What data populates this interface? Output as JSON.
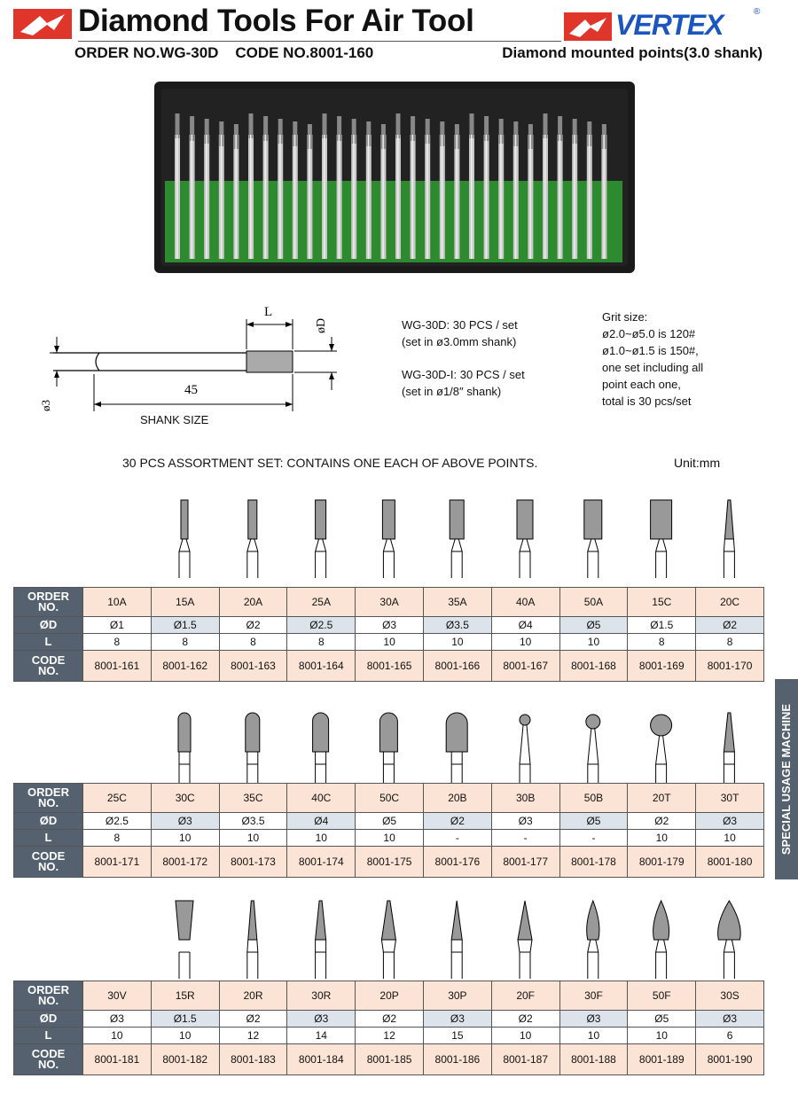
{
  "header": {
    "title": "Diamond Tools For Air Tool",
    "order_line": "ORDER NO.WG-30D    CODE NO.8001-160",
    "subtitle": "Diamond mounted points(3.0 shank)",
    "brand": "VERTEX",
    "brand_mark": "®"
  },
  "shank": {
    "l_label": "L",
    "d_label": "øD",
    "len_label": "45",
    "dia_label": "ø3",
    "caption": "SHANK SIZE"
  },
  "specs": {
    "wg30d_1": "WG-30D: 30 PCS / set",
    "wg30d_2": "(set in ø3.0mm shank)",
    "wg30di_1": "WG-30D-I: 30 PCS / set",
    "wg30di_2": "(set in ø1/8″ shank)"
  },
  "grit": {
    "l1": "Grit size:",
    "l2": "ø2.0~ø5.0 is 120#",
    "l3": "ø1.0~ø1.5 is 150#,",
    "l4": "one set including all",
    "l5": "point each one,",
    "l6": "total is 30 pcs/set"
  },
  "assortment_text": "30 PCS ASSORTMENT SET: CONTAINS ONE EACH OF ABOVE POINTS.",
  "unit_text": "Unit:mm",
  "side_tab": "SPECIAL USAGE MACHINE",
  "row_labels": {
    "order": "ORDER\nNO.",
    "d": "ØD",
    "l": "L",
    "code": "CODE\nNO."
  },
  "tables": [
    {
      "orders": [
        "10A",
        "15A",
        "20A",
        "25A",
        "30A",
        "35A",
        "40A",
        "50A",
        "15C",
        "20C"
      ],
      "d": [
        "Ø1",
        "Ø1.5",
        "Ø2",
        "Ø2.5",
        "Ø3",
        "Ø3.5",
        "Ø4",
        "Ø5",
        "Ø1.5",
        "Ø2"
      ],
      "l": [
        "8",
        "8",
        "8",
        "8",
        "10",
        "10",
        "10",
        "10",
        "8",
        "8"
      ],
      "codes": [
        "8001-161",
        "8001-162",
        "8001-163",
        "8001-164",
        "8001-165",
        "8001-166",
        "8001-167",
        "8001-168",
        "8001-169",
        "8001-170"
      ]
    },
    {
      "orders": [
        "25C",
        "30C",
        "35C",
        "40C",
        "50C",
        "20B",
        "30B",
        "50B",
        "20T",
        "30T"
      ],
      "d": [
        "Ø2.5",
        "Ø3",
        "Ø3.5",
        "Ø4",
        "Ø5",
        "Ø2",
        "Ø3",
        "Ø5",
        "Ø2",
        "Ø3"
      ],
      "l": [
        "8",
        "10",
        "10",
        "10",
        "10",
        "-",
        "-",
        "-",
        "10",
        "10"
      ],
      "codes": [
        "8001-171",
        "8001-172",
        "8001-173",
        "8001-174",
        "8001-175",
        "8001-176",
        "8001-177",
        "8001-178",
        "8001-179",
        "8001-180"
      ]
    },
    {
      "orders": [
        "30V",
        "15R",
        "20R",
        "30R",
        "20P",
        "30P",
        "20F",
        "30F",
        "50F",
        "30S"
      ],
      "d": [
        "Ø3",
        "Ø1.5",
        "Ø2",
        "Ø3",
        "Ø2",
        "Ø3",
        "Ø2",
        "Ø3",
        "Ø5",
        "Ø3"
      ],
      "l": [
        "10",
        "10",
        "12",
        "14",
        "12",
        "15",
        "10",
        "10",
        "10",
        "6"
      ],
      "codes": [
        "8001-181",
        "8001-182",
        "8001-183",
        "8001-184",
        "8001-185",
        "8001-186",
        "8001-187",
        "8001-188",
        "8001-189",
        "8001-190"
      ]
    }
  ],
  "tool_shapes": [
    [
      "cyl",
      "cyl",
      "cyl",
      "cyl",
      "cyl",
      "cyl",
      "cyl",
      "cyl",
      "cone-tip",
      "cone-tip"
    ],
    [
      "round",
      "round",
      "round",
      "round",
      "round",
      "ball",
      "ball",
      "ball",
      "taper",
      "taper"
    ],
    [
      "inv-taper",
      "needle",
      "needle",
      "needle",
      "point",
      "point",
      "flame",
      "flame",
      "flame",
      "egg"
    ]
  ],
  "colors": {
    "accent_red": "#e0352b",
    "brand_blue": "#1b55c0",
    "header_slate": "#55616f",
    "row_peach": "#fbe4d5",
    "row_grey": "#dde3ea"
  }
}
